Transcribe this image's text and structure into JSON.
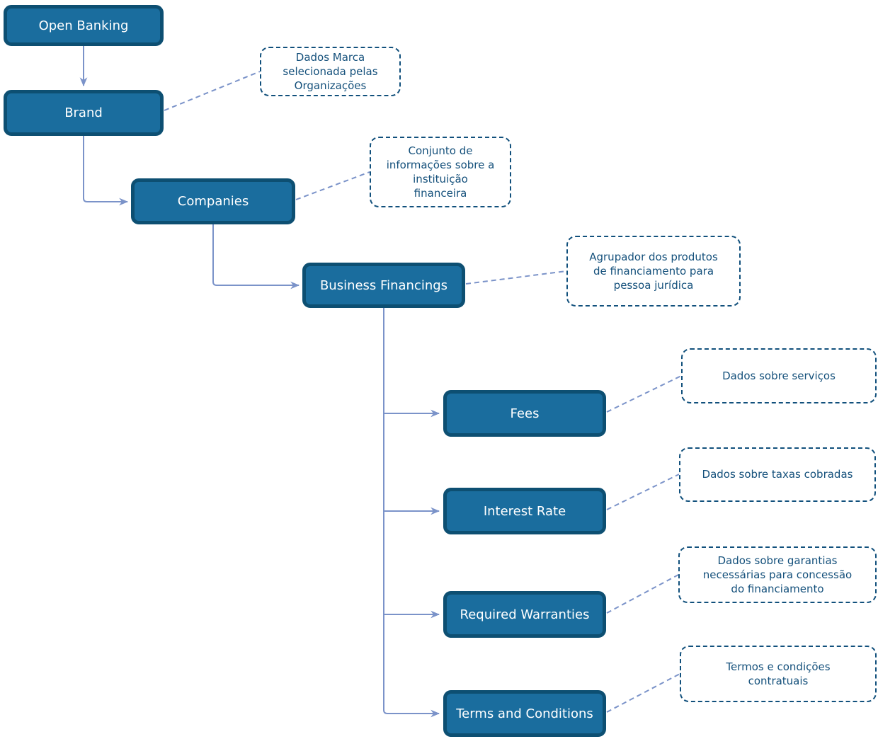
{
  "colors": {
    "node-fill": "#1a6d9e",
    "node-border": "#0d4f72",
    "node-text": "#ffffff",
    "note-border": "#11507c",
    "note-text": "#14507b",
    "edge": "#7b93c9",
    "background": "#ffffff"
  },
  "diagram": {
    "nodes": [
      {
        "id": "open-banking",
        "label": "Open Banking"
      },
      {
        "id": "brand",
        "label": "Brand"
      },
      {
        "id": "companies",
        "label": "Companies"
      },
      {
        "id": "business-financings",
        "label": "Business Financings"
      },
      {
        "id": "fees",
        "label": "Fees"
      },
      {
        "id": "interest-rate",
        "label": "Interest Rate"
      },
      {
        "id": "required-warranties",
        "label": "Required Warranties"
      },
      {
        "id": "terms-and-conditions",
        "label": "Terms and Conditions"
      }
    ],
    "annotations": [
      {
        "for": "brand",
        "text": "Dados Marca\nselecionada pelas\nOrganizações"
      },
      {
        "for": "companies",
        "text": "Conjunto de\ninformações sobre a\ninstituição\nfinanceira"
      },
      {
        "for": "business-financings",
        "text": "Agrupador dos produtos\nde financiamento para\npessoa jurídica"
      },
      {
        "for": "fees",
        "text": "Dados sobre serviços"
      },
      {
        "for": "interest-rate",
        "text": "Dados sobre taxas cobradas"
      },
      {
        "for": "required-warranties",
        "text": "Dados sobre garantias\nnecessárias para concessão\ndo financiamento"
      },
      {
        "for": "terms-and-conditions",
        "text": "Termos e condições\ncontratuais"
      }
    ]
  }
}
